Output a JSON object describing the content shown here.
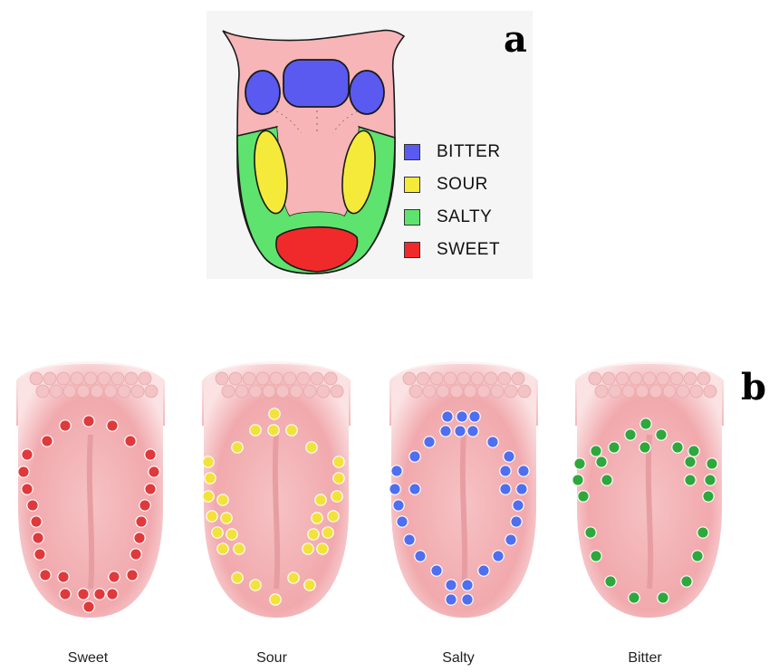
{
  "panel_a": {
    "letter": "a",
    "legend": [
      {
        "label": "BITTER",
        "color": "#5a5af0"
      },
      {
        "label": "SOUR",
        "color": "#f5ea3a"
      },
      {
        "label": "SALTY",
        "color": "#5ee36e"
      },
      {
        "label": "SWEET",
        "color": "#f02a2a"
      }
    ]
  },
  "panel_b": {
    "letter": "b",
    "tongues": [
      {
        "label": "Sweet",
        "dot_color": "#e0393c"
      },
      {
        "label": "Sour",
        "dot_color": "#f3e23a"
      },
      {
        "label": "Salty",
        "dot_color": "#4f6ff0"
      },
      {
        "label": "Bitter",
        "dot_color": "#2ea83c"
      }
    ]
  },
  "colors": {
    "tongue_pink": "#f7b5b8",
    "outline": "#1a1a1a"
  }
}
